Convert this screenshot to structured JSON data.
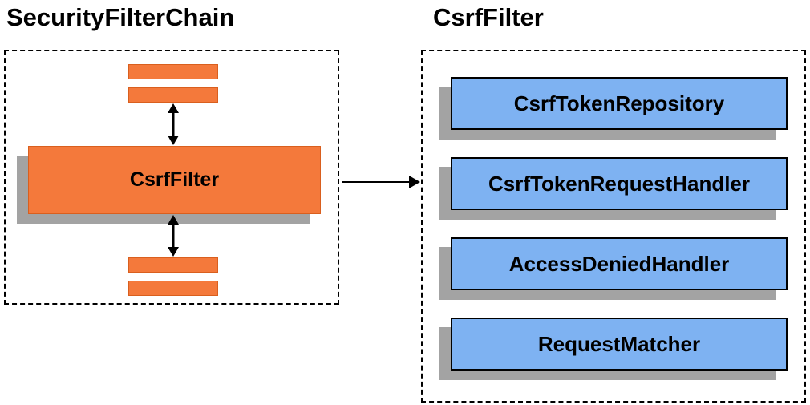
{
  "diagram": {
    "left": {
      "title": "SecurityFilterChain",
      "filter_label": "CsrfFilter"
    },
    "right": {
      "title": "CsrfFilter",
      "components": [
        {
          "label": "CsrfTokenRepository"
        },
        {
          "label": "CsrfTokenRequestHandler"
        },
        {
          "label": "AccessDeniedHandler"
        },
        {
          "label": "RequestMatcher"
        }
      ]
    },
    "colors": {
      "orange": "#F4793B",
      "blue": "#7EB2F2",
      "shadow": "#A3A3A3"
    }
  }
}
